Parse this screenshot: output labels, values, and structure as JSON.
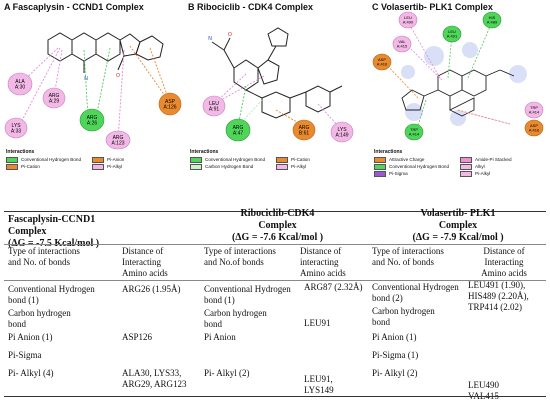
{
  "panels": [
    {
      "title": "A   Fascaplysin - CCND1 Complex",
      "residues": [
        {
          "label": "ALA\nA:30",
          "color": "#f2b8e6"
        },
        {
          "label": "LYS\nA:33",
          "color": "#f2b8e6"
        },
        {
          "label": "ARG\nA:29",
          "color": "#f2b8e6"
        },
        {
          "label": "ARG\nA:26",
          "color": "#4fd65a"
        },
        {
          "label": "ASP\nA:126",
          "color": "#e88a2d"
        },
        {
          "label": "ARG\nA:123",
          "color": "#f2b8e6"
        }
      ],
      "legend_title": "Interactions",
      "legend": [
        {
          "label": "Conventional Hydrogen Bond",
          "color": "#4fd65a"
        },
        {
          "label": "Pi-Anion",
          "color": "#e88a2d"
        },
        {
          "label": "Pi-Cation",
          "color": "#e88a2d"
        },
        {
          "label": "Pi-Alkyl",
          "color": "#f2b8e6"
        }
      ]
    },
    {
      "title": "B   Ribociclib - CDK4 Complex",
      "residues": [
        {
          "label": "LEU\nA:91",
          "color": "#f2b8e6"
        },
        {
          "label": "ARG\nA:47",
          "color": "#4fd65a"
        },
        {
          "label": "ARG\nB:61",
          "color": "#e88a2d"
        },
        {
          "label": "LYS\nA:149",
          "color": "#f2b8e6"
        }
      ],
      "legend_title": "Interactions",
      "legend": [
        {
          "label": "Conventional Hydrogen Bond",
          "color": "#4fd65a"
        },
        {
          "label": "Pi-Cation",
          "color": "#e88a2d"
        },
        {
          "label": "Carbon Hydrogen Bond",
          "color": "#c9f2c9"
        },
        {
          "label": "Pi-Alkyl",
          "color": "#f2b8e6"
        }
      ]
    },
    {
      "title": "C   Volasertib- PLK1  Complex",
      "residues": [
        {
          "label": "LEU\nA:490",
          "color": "#f2b8e6"
        },
        {
          "label": "VAL\nA:415",
          "color": "#f2b8e6"
        },
        {
          "label": "ASP\nA:416",
          "color": "#e88a2d"
        },
        {
          "label": "LEU\nA:491",
          "color": "#4fd65a"
        },
        {
          "label": "HIS\nA:489",
          "color": "#4fd65a"
        },
        {
          "label": "TRP\nA:414",
          "color": "#4fd65a"
        },
        {
          "label": "TRP\nA:414",
          "color": "#f2b8e6"
        },
        {
          "label": "ASP\nA:416",
          "color": "#e88a2d"
        }
      ],
      "legend_title": "Interactions",
      "legend": [
        {
          "label": "Attractive Charge",
          "color": "#e88a2d"
        },
        {
          "label": "Amide-Pi Stacked",
          "color": "#f28fd0"
        },
        {
          "label": "Conventional Hydrogen Bond",
          "color": "#4fd65a"
        },
        {
          "label": "Alkyl",
          "color": "#f2b8e6"
        },
        {
          "label": "Pi-Sigma",
          "color": "#9b59d0"
        },
        {
          "label": "Pi-Alkyl",
          "color": "#f2b8e6"
        }
      ]
    }
  ],
  "table": {
    "complexes": [
      {
        "name": "Fascaplysin-CCND1\nComplex",
        "energy": "(ΔG = -7.5 Kcal/mol )"
      },
      {
        "name": "Ribociclib-CDK4\nComplex",
        "energy": "(ΔG = -7.6 Kcal/mol )"
      },
      {
        "name": "Volasertib-  PLK1\nComplex",
        "energy": "(ΔG = -7.9 Kcal/mol )"
      }
    ],
    "col_headers": [
      "Type of interactions\nand  No. of bonds",
      "Distance of\nInteracting\nAmino acids",
      "Type of interactions\nand  No.of bonds",
      "Distance of\ninteracting\nAmino acids",
      "Type of interactions\nand  No. of bonds",
      "Distance of\nInteracting\nAmino acids"
    ],
    "col1_types": [
      "Conventional Hydrogen\nbond (1)",
      "Carbon hydrogen\nbond",
      "Pi Anion (1)",
      "Pi-Sigma",
      "Pi- Alkyl (4)"
    ],
    "col1_dist": [
      "ARG26 (1.95Å)",
      "",
      "ASP126",
      "",
      "ALA30, LYS33,\nARG29, ARG123"
    ],
    "col2_types": [
      "Conventional Hydrogen\nbond (1)",
      "Carbon hydrogen\nbond",
      "Pi Anion",
      "",
      "Pi- Alkyl (2)"
    ],
    "col2_dist": [
      "ARG87 (2.32Å)",
      "LEU91",
      "",
      "",
      "LEU91,\nLYS149"
    ],
    "col3_types": [
      "Conventional Hydrogen\nbond (2)",
      "Carbon hydrogen\nbond",
      "Pi Anion (1)",
      "Pi-Sigma (1)",
      "Pi- Alkyl (2)"
    ],
    "col3_dist": [
      "LEU491 (1.90),\nHIS489 (2.20Å),\nTRP414 (2.02)",
      "",
      "",
      "",
      "LEU490\nVAL415"
    ]
  }
}
